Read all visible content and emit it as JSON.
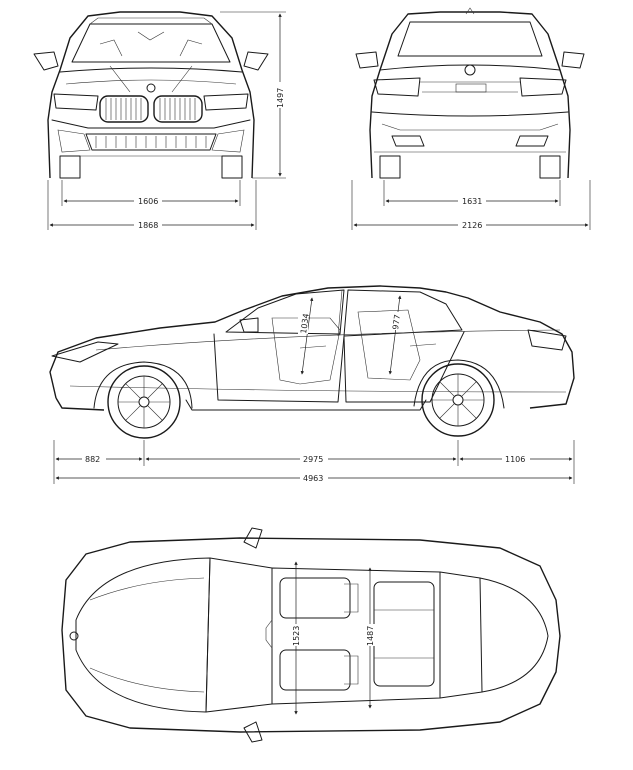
{
  "dimensions": {
    "front_height": "1497",
    "front_track": "1606",
    "front_width": "1868",
    "rear_track": "1631",
    "rear_width_mirrors": "2126",
    "front_headroom": "1034",
    "rear_headroom": "977",
    "front_overhang": "882",
    "wheelbase": "2975",
    "rear_overhang": "1106",
    "overall_length": "4963",
    "front_interior_width": "1523",
    "rear_interior_width": "1487"
  },
  "colors": {
    "line": "#1a1a1a",
    "background": "#ffffff"
  }
}
